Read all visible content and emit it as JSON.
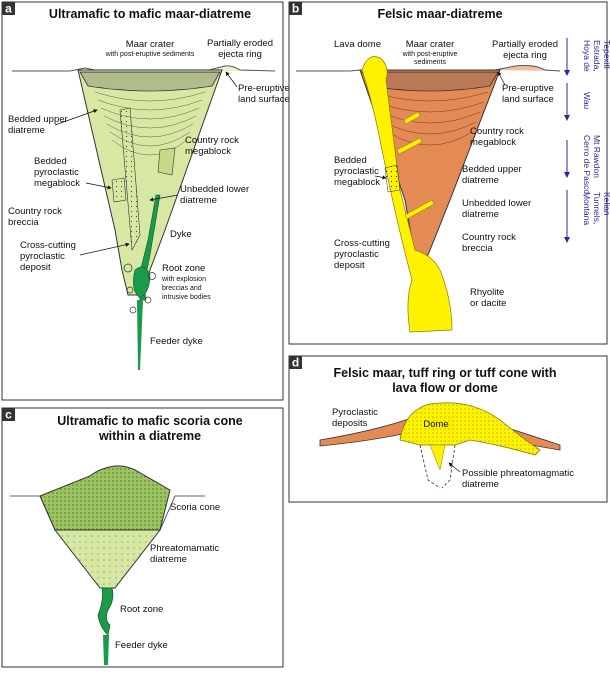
{
  "panels": {
    "a": {
      "letter": "a",
      "title": "Ultramafic to mafic maar-diatreme",
      "labels": {
        "maar_crater": "Maar crater",
        "post_eruptive": "with post-eruptive sediments",
        "partially_eroded_1": "Partially eroded",
        "partially_eroded_2": "ejecta ring",
        "pre_eruptive_1": "Pre-eruptive",
        "pre_eruptive_2": "land surface",
        "bedded_upper_1": "Bedded upper",
        "bedded_upper_2": "diatreme",
        "country_rock_mega_1": "Country rock",
        "country_rock_mega_2": "megablock",
        "bedded_pyro_1": "Bedded",
        "bedded_pyro_2": "pyroclastic",
        "bedded_pyro_3": "megablock",
        "unbedded_lower_1": "Unbedded lower",
        "unbedded_lower_2": "diatreme",
        "country_breccia_1": "Country rock",
        "country_breccia_2": "breccia",
        "dyke": "Dyke",
        "cross_cutting_1": "Cross-cutting",
        "cross_cutting_2": "pyroclastic",
        "cross_cutting_3": "deposit",
        "root_zone": "Root zone",
        "root_zone_sub_1": "with explosion",
        "root_zone_sub_2": "breccias and",
        "root_zone_sub_3": "intrusive bodies",
        "feeder_dyke": "Feeder dyke"
      }
    },
    "b": {
      "letter": "b",
      "title": "Felsic maar-diatreme",
      "labels": {
        "lava_dome": "Lava dome",
        "maar_crater": "Maar crater",
        "post_eruptive_1": "with post-eruptive",
        "post_eruptive_2": "sediments",
        "partially_eroded_1": "Partially eroded",
        "partially_eroded_2": "ejecta ring",
        "pre_eruptive_1": "Pre-eruptive",
        "pre_eruptive_2": "land surface",
        "country_rock_mega_1": "Country rock",
        "country_rock_mega_2": "megablock",
        "bedded_upper_1": "Bedded upper",
        "bedded_upper_2": "diatreme",
        "bedded_pyro_1": "Bedded",
        "bedded_pyro_2": "pyroclastic",
        "bedded_pyro_3": "megablock",
        "unbedded_lower_1": "Unbedded lower",
        "unbedded_lower_2": "diatreme",
        "cross_cutting_1": "Cross-cutting",
        "cross_cutting_2": "pyroclastic",
        "cross_cutting_3": "deposit",
        "country_breccia_1": "Country rock",
        "country_breccia_2": "breccia",
        "rhyolite_1": "Rhyolite",
        "rhyolite_2": "or dacite"
      },
      "examples": {
        "hoya_1": "Hoya de",
        "hoya_2": "Estrada,",
        "hoya_3": "Tepexitl",
        "wau": "Wau",
        "cerro_1": "Cerro de Pasco,",
        "cerro_2": "Mt Rawdon",
        "montana_1": "Montana",
        "montana_2": "Tunnels,",
        "montana_3": "Kelian"
      }
    },
    "c": {
      "letter": "c",
      "title_1": "Ultramafic to mafic scoria cone",
      "title_2": "within a diatreme",
      "labels": {
        "scoria_cone": "Scoria cone",
        "phreato_1": "Phreatomamatic",
        "phreato_2": "diatreme",
        "root_zone": "Root zone",
        "feeder_dyke": "Feeder dyke"
      }
    },
    "d": {
      "letter": "d",
      "title_1": "Felsic maar, tuff ring or tuff cone with",
      "title_2": "lava flow or dome",
      "labels": {
        "pyroclastic_1": "Pyroclastic",
        "pyroclastic_2": "deposits",
        "dome": "Dome",
        "possible_1": "Possible phreatomagmatic",
        "possible_2": "diatreme"
      }
    }
  },
  "colors": {
    "mafic_diatreme": "#d6e8a4",
    "scoria": "#9cc461",
    "dyke_green": "#1a9a4a",
    "felsic_diatreme": "#e38a55",
    "lava_yellow": "#fff200",
    "crater_gray": "#9a9a9a",
    "label_blue": "#2a2a9a"
  }
}
